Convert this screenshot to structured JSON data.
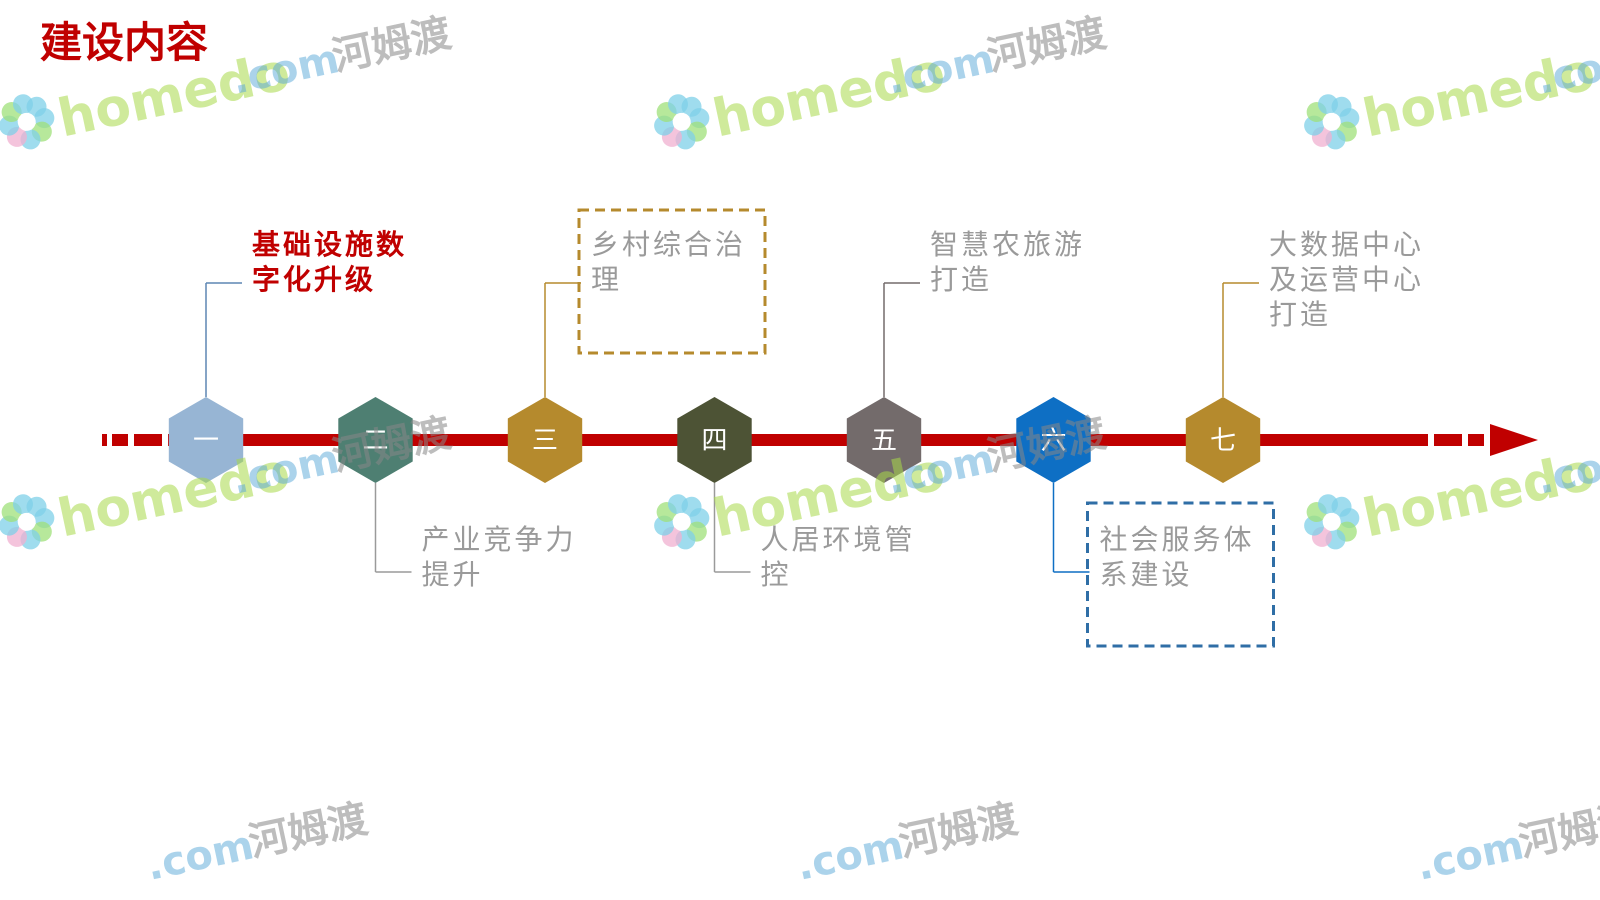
{
  "title": "建设内容",
  "colors": {
    "title": "#c00000",
    "axis": "#c00000",
    "label_gray": "#9a9a9a",
    "label_highlight": "#c00000"
  },
  "watermark": {
    "brand": "homedo",
    "domain": ".com",
    "cn": "河姆渡"
  },
  "nodes": [
    {
      "label": "一",
      "color": "#97b5d4",
      "text_lines": [
        "基础设施数",
        "字化升级"
      ],
      "position": "above",
      "highlight": true,
      "connector_color": "#5d86b3"
    },
    {
      "label": "二",
      "color": "#4e7f72",
      "text_lines": [
        "产业竞争力",
        "提升"
      ],
      "position": "below",
      "highlight": false,
      "connector_color": "#9a9a9a"
    },
    {
      "label": "三",
      "color": "#b58a2d",
      "text_lines": [
        "乡村综合治",
        "理"
      ],
      "position": "above",
      "highlight": false,
      "box": "dashed",
      "box_color": "#b58a2d",
      "connector_color": "#b58a2d"
    },
    {
      "label": "四",
      "color": "#4d5335",
      "text_lines": [
        "人居环境管",
        "控"
      ],
      "position": "below",
      "highlight": false,
      "connector_color": "#9a9a9a"
    },
    {
      "label": "五",
      "color": "#736b6b",
      "text_lines": [
        "智慧农旅游",
        "打造"
      ],
      "position": "above",
      "highlight": false,
      "connector_color": "#736b6b"
    },
    {
      "label": "六",
      "color": "#0e6fc4",
      "text_lines": [
        "社会服务体",
        "系建设"
      ],
      "position": "below",
      "highlight": false,
      "box": "dashed",
      "box_color": "#2f6ea6",
      "connector_color": "#0e6fc4"
    },
    {
      "label": "七",
      "color": "#b58a2d",
      "text_lines": [
        "大数据中心",
        "及运营中心",
        "打造"
      ],
      "position": "above",
      "highlight": false,
      "connector_color": "#b58a2d"
    }
  ]
}
